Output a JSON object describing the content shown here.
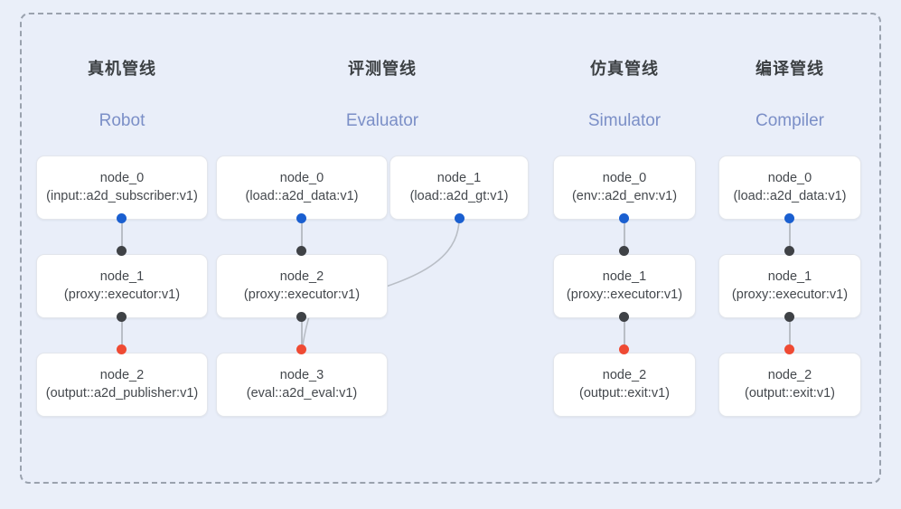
{
  "diagram": {
    "frame_label": "pipeline-canvas",
    "background_color": "#e9eef9",
    "border_color": "#9aa2ae"
  },
  "port_colors": {
    "input": "#1a5fd0",
    "middle": "#3f4246",
    "output": "#ef4a33"
  },
  "columns": [
    {
      "title_cn": "真机管线",
      "title_en": "Robot",
      "nodes": [
        {
          "id": "node_0",
          "kind": "(input::a2d_subscriber:v1)"
        },
        {
          "id": "node_1",
          "kind": "(proxy::executor:v1)"
        },
        {
          "id": "node_2",
          "kind": "(output::a2d_publisher:v1)"
        }
      ]
    },
    {
      "title_cn": "评测管线",
      "title_en": "Evaluator",
      "nodes": [
        {
          "id": "node_0",
          "kind": "(load::a2d_data:v1)"
        },
        {
          "id": "node_2",
          "kind": "(proxy::executor:v1)"
        },
        {
          "id": "node_3",
          "kind": "(eval::a2d_eval:v1)"
        }
      ],
      "side_node": {
        "id": "node_1",
        "kind": "(load::a2d_gt:v1)"
      }
    },
    {
      "title_cn": "仿真管线",
      "title_en": "Simulator",
      "nodes": [
        {
          "id": "node_0",
          "kind": "(env::a2d_env:v1)"
        },
        {
          "id": "node_1",
          "kind": "(proxy::executor:v1)"
        },
        {
          "id": "node_2",
          "kind": "(output::exit:v1)"
        }
      ]
    },
    {
      "title_cn": "编译管线",
      "title_en": "Compiler",
      "nodes": [
        {
          "id": "node_0",
          "kind": "(load::a2d_data:v1)"
        },
        {
          "id": "node_1",
          "kind": "(proxy::executor:v1)"
        },
        {
          "id": "node_2",
          "kind": "(output::exit:v1)"
        }
      ]
    }
  ]
}
